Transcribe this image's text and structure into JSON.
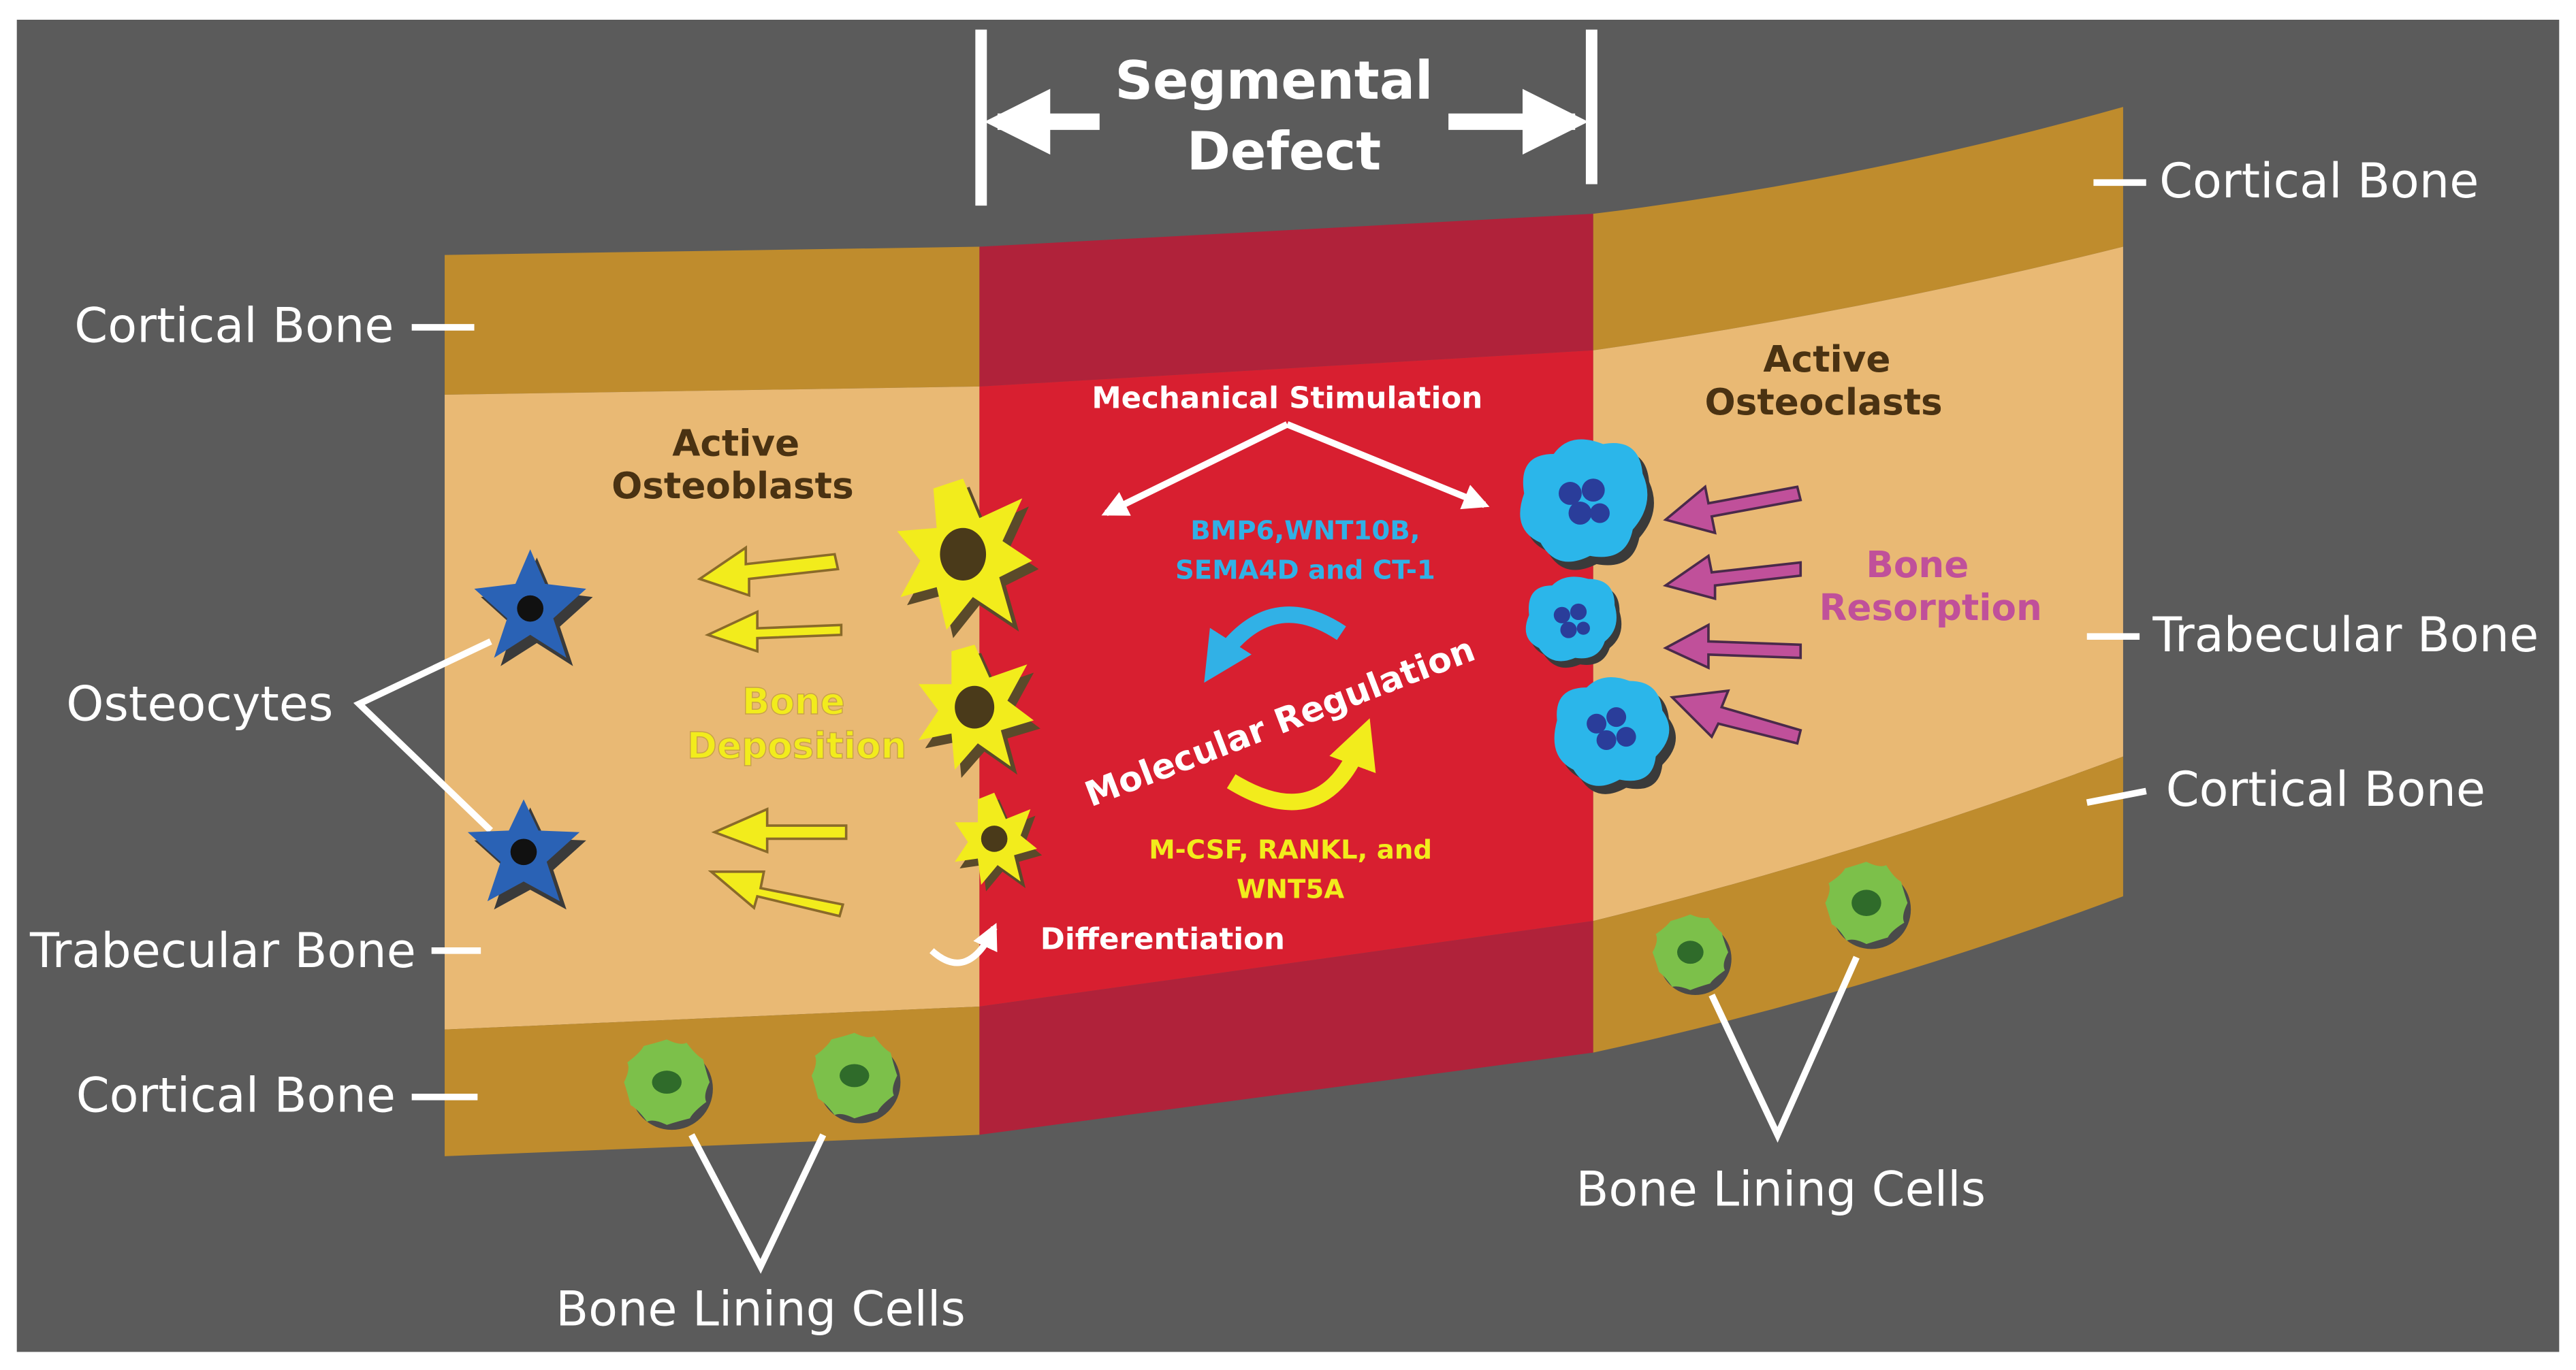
{
  "title": {
    "line1": "Segmental",
    "line2": "Defect"
  },
  "labels": {
    "cortical_left_top": "Cortical Bone",
    "cortical_left_bottom": "Cortical Bone",
    "trabecular_left": "Trabecular Bone",
    "osteocytes": "Osteocytes",
    "bone_lining_left": "Bone Lining Cells",
    "cortical_right_top": "Cortical Bone",
    "trabecular_right": "Trabecular Bone",
    "cortical_right_bottom": "Cortical Bone",
    "bone_lining_right": "Bone Lining Cells"
  },
  "zones": {
    "osteoblasts_line1": "Active",
    "osteoblasts_line2": "Osteoblasts",
    "osteoclasts_line1": "Active",
    "osteoclasts_line2": "Osteoclasts",
    "deposition_line1": "Bone",
    "deposition_line2": "Deposition",
    "resorption_line1": "Bone",
    "resorption_line2": "Resorption"
  },
  "center": {
    "mechanical": "Mechanical Stimulation",
    "factors_top_line1": "BMP6,WNT10B,",
    "factors_top_line2": "SEMA4D and CT-1",
    "molecular": "Molecular Regulation",
    "factors_bottom_line1": "M-CSF, RANKL, and",
    "factors_bottom_line2": "WNT5A",
    "differentiation": "Differentiation"
  },
  "colors": {
    "background": "#5b5b5b",
    "cortical": "#bf8c2d",
    "trabecular": "#e9b974",
    "defect": "#d81f30",
    "defect_edge": "#b0223a",
    "osteoblast": "#f2ec1c",
    "osteocyte": "#2a62b5",
    "osteoclast": "#2bb6ea",
    "lining_cell": "#7cc04a",
    "resorption": "#c0509a",
    "factor_blue": "#31b1e6",
    "factor_yellow": "#f2ec1c"
  }
}
